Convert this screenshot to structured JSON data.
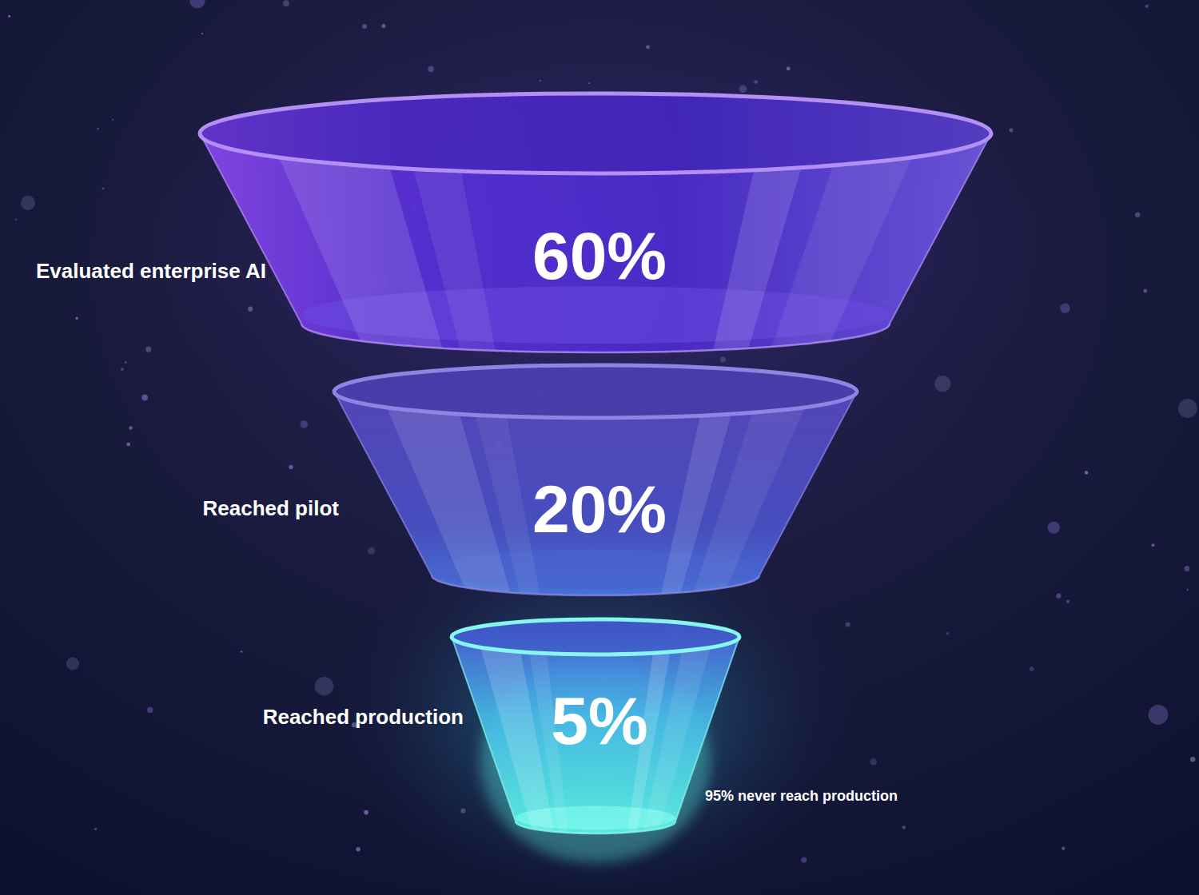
{
  "diagram": {
    "nodes": [
      {
        "text": [
          "Evaluated enterprise AI",
          "60%"
        ]
      },
      {
        "text": [
          "Reached pilot",
          "20%"
        ]
      },
      {
        "text": [
          "Reached production",
          "5%"
        ]
      }
    ],
    "labels": [
      "95% never reach production"
    ]
  }
}
